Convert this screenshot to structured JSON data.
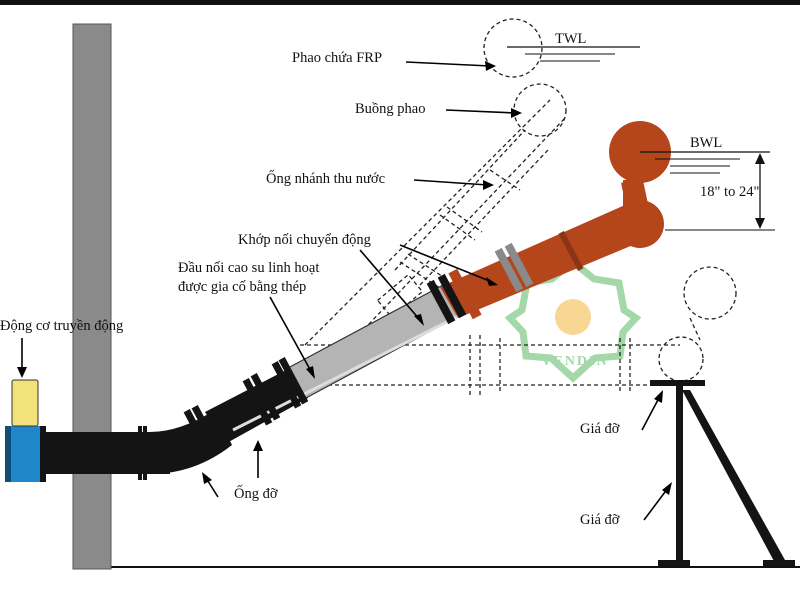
{
  "labels": {
    "float_frp": "Phao chứa FRP",
    "float_chamber": "Buồng phao",
    "intake_branch": "Ống nhánh thu nước",
    "motion_joint": "Khớp nối chuyển động",
    "rubber_connector_line1": "Đầu nối cao su linh hoạt",
    "rubber_connector_line2": "được gia cố bằng thép",
    "drive_motor": "Động cơ truyền động",
    "support_pipe": "Ống đỡ",
    "support_upper": "Giá đỡ",
    "support_lower": "Giá đỡ",
    "twl": "TWL",
    "bwl": "BWL",
    "level_range": "18\" to 24\""
  },
  "watermark": {
    "text": "VENDIN"
  },
  "colors": {
    "pipe_black": "#141414",
    "pipe_gray": "#b4b4b4",
    "pipe_orange": "#b5451b",
    "motor_yellow": "#f3e27a",
    "motor_blue": "#1f86c9",
    "wall_gray": "#8a8a8a",
    "watermark_green": "#8fcf93",
    "watermark_sun": "#f7cc7a"
  }
}
